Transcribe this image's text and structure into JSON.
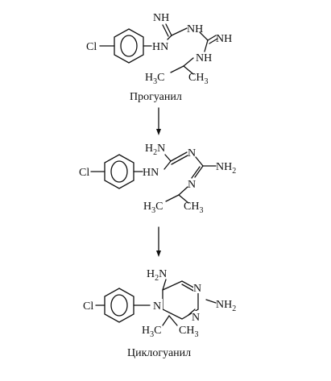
{
  "atoms": {
    "cl": "Cl",
    "nh": "NH",
    "hn": "HN",
    "n": "N",
    "nh2_left": "H",
    "nh2_right": "NH",
    "h": "H",
    "h3c": "H",
    "ch3": "CH",
    "sub2": "2",
    "sub3": "3",
    "nh_top": "NH",
    "nh_mid": "NH",
    "nh_right": "NH",
    "n_low": "NH"
  },
  "structures": {
    "proguanil": {
      "name": "Прогуанил"
    },
    "intermediate": {
      "name": ""
    },
    "cycloguanil": {
      "name": "Циклогуанил"
    }
  },
  "colors": {
    "ink": "#111111",
    "background": "#ffffff"
  }
}
